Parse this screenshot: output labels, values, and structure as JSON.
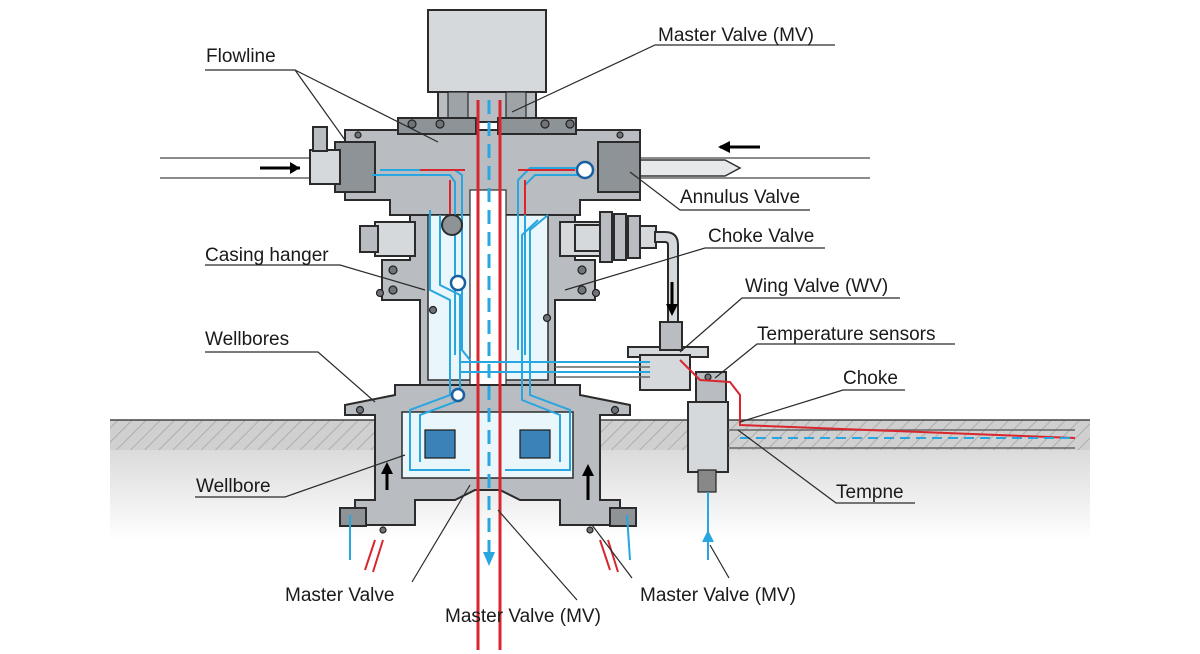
{
  "labels": {
    "flowline": "Flowline",
    "master_valve_top": "Master Valve (MV)",
    "annulus_valve": "Annulus Valve",
    "choke_valve": "Choke Valve",
    "casing_hanger": "Casing hanger",
    "wing_valve": "Wing Valve (WV)",
    "temperature_sensors": "Temperature sensors",
    "wellbores": "Wellbores",
    "choke": "Choke",
    "wellbore": "Wellbore",
    "tempne": "Tempne",
    "master_valve_bottom_left": "Master Valve",
    "master_valve_bottom_center": "Master Valve (MV)",
    "master_valve_bottom_right": "Master Valve (MV)"
  },
  "colors": {
    "flow_blue": "#27a6e0",
    "flow_red": "#d8262e",
    "metal": "#b9bdc1",
    "ground": "#c9c9c9"
  }
}
